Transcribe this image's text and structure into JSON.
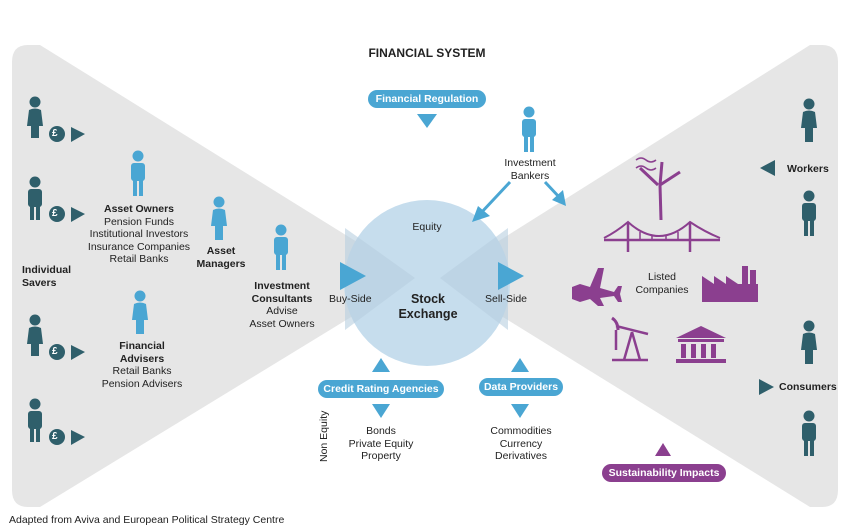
{
  "title": "FINANCIAL SYSTEM",
  "center": {
    "line1": "Stock",
    "line2": "Exchange",
    "equity": "Equity",
    "buy_side": "Buy-Side",
    "sell_side": "Sell-Side"
  },
  "left": {
    "individual_savers": [
      "Individual",
      "Savers"
    ],
    "asset_owners": {
      "heading": "Asset Owners",
      "items": [
        "Pension Funds",
        "Institutional Investors",
        "Insurance Companies",
        "Retail Banks"
      ]
    },
    "asset_managers": [
      "Asset",
      "Managers"
    ],
    "investment_consultants": {
      "heading": [
        "Investment",
        "Consultants"
      ],
      "items": [
        "Advise",
        "Asset Owners"
      ]
    },
    "financial_advisers": {
      "heading": [
        "Financial",
        "Advisers"
      ],
      "items": [
        "Retail Banks",
        "Pension Advisers"
      ]
    },
    "currency_symbol": "£"
  },
  "top": {
    "financial_regulation": "Financial Regulation",
    "investment_bankers": [
      "Investment",
      "Bankers"
    ]
  },
  "bottom": {
    "credit_rating_agencies": "Credit Rating Agencies",
    "non_equity": "Non Equity",
    "credit_items": [
      "Bonds",
      "Private Equity",
      "Property"
    ],
    "data_providers": "Data Providers",
    "data_items": [
      "Commodities",
      "Currency",
      "Derivatives"
    ],
    "sustainability_impacts": "Sustainability Impacts"
  },
  "right": {
    "workers": "Workers",
    "consumers": "Consumers",
    "listed_companies": [
      "Listed",
      "Companies"
    ]
  },
  "footer": "Adapted from Aviva and European Political Strategy Centre",
  "colors": {
    "teal": "#2f5f6b",
    "light_blue": "#4aa6d3",
    "purple": "#8b3f8f",
    "grey_panel": "#e6e6e6",
    "circle": "#c6dded"
  },
  "icons": [
    "person-icon",
    "pound-coin-icon",
    "wind-turbine-icon",
    "bridge-icon",
    "airplane-icon",
    "factory-icon",
    "oil-pump-icon",
    "bank-building-icon"
  ]
}
